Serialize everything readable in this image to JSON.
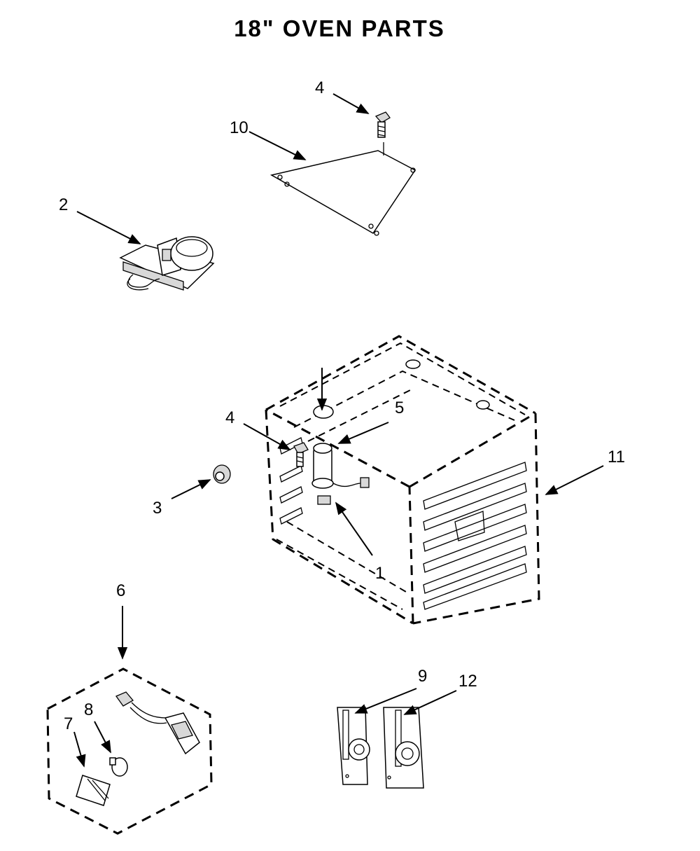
{
  "title": "18\" OVEN PARTS",
  "callouts": {
    "c1": "1",
    "c2": "2",
    "c3": "3",
    "c4_top": "4",
    "c4_mid": "4",
    "c5": "5",
    "c6": "6",
    "c7": "7",
    "c8": "8",
    "c9": "9",
    "c10": "10",
    "c11": "11",
    "c12": "12"
  }
}
